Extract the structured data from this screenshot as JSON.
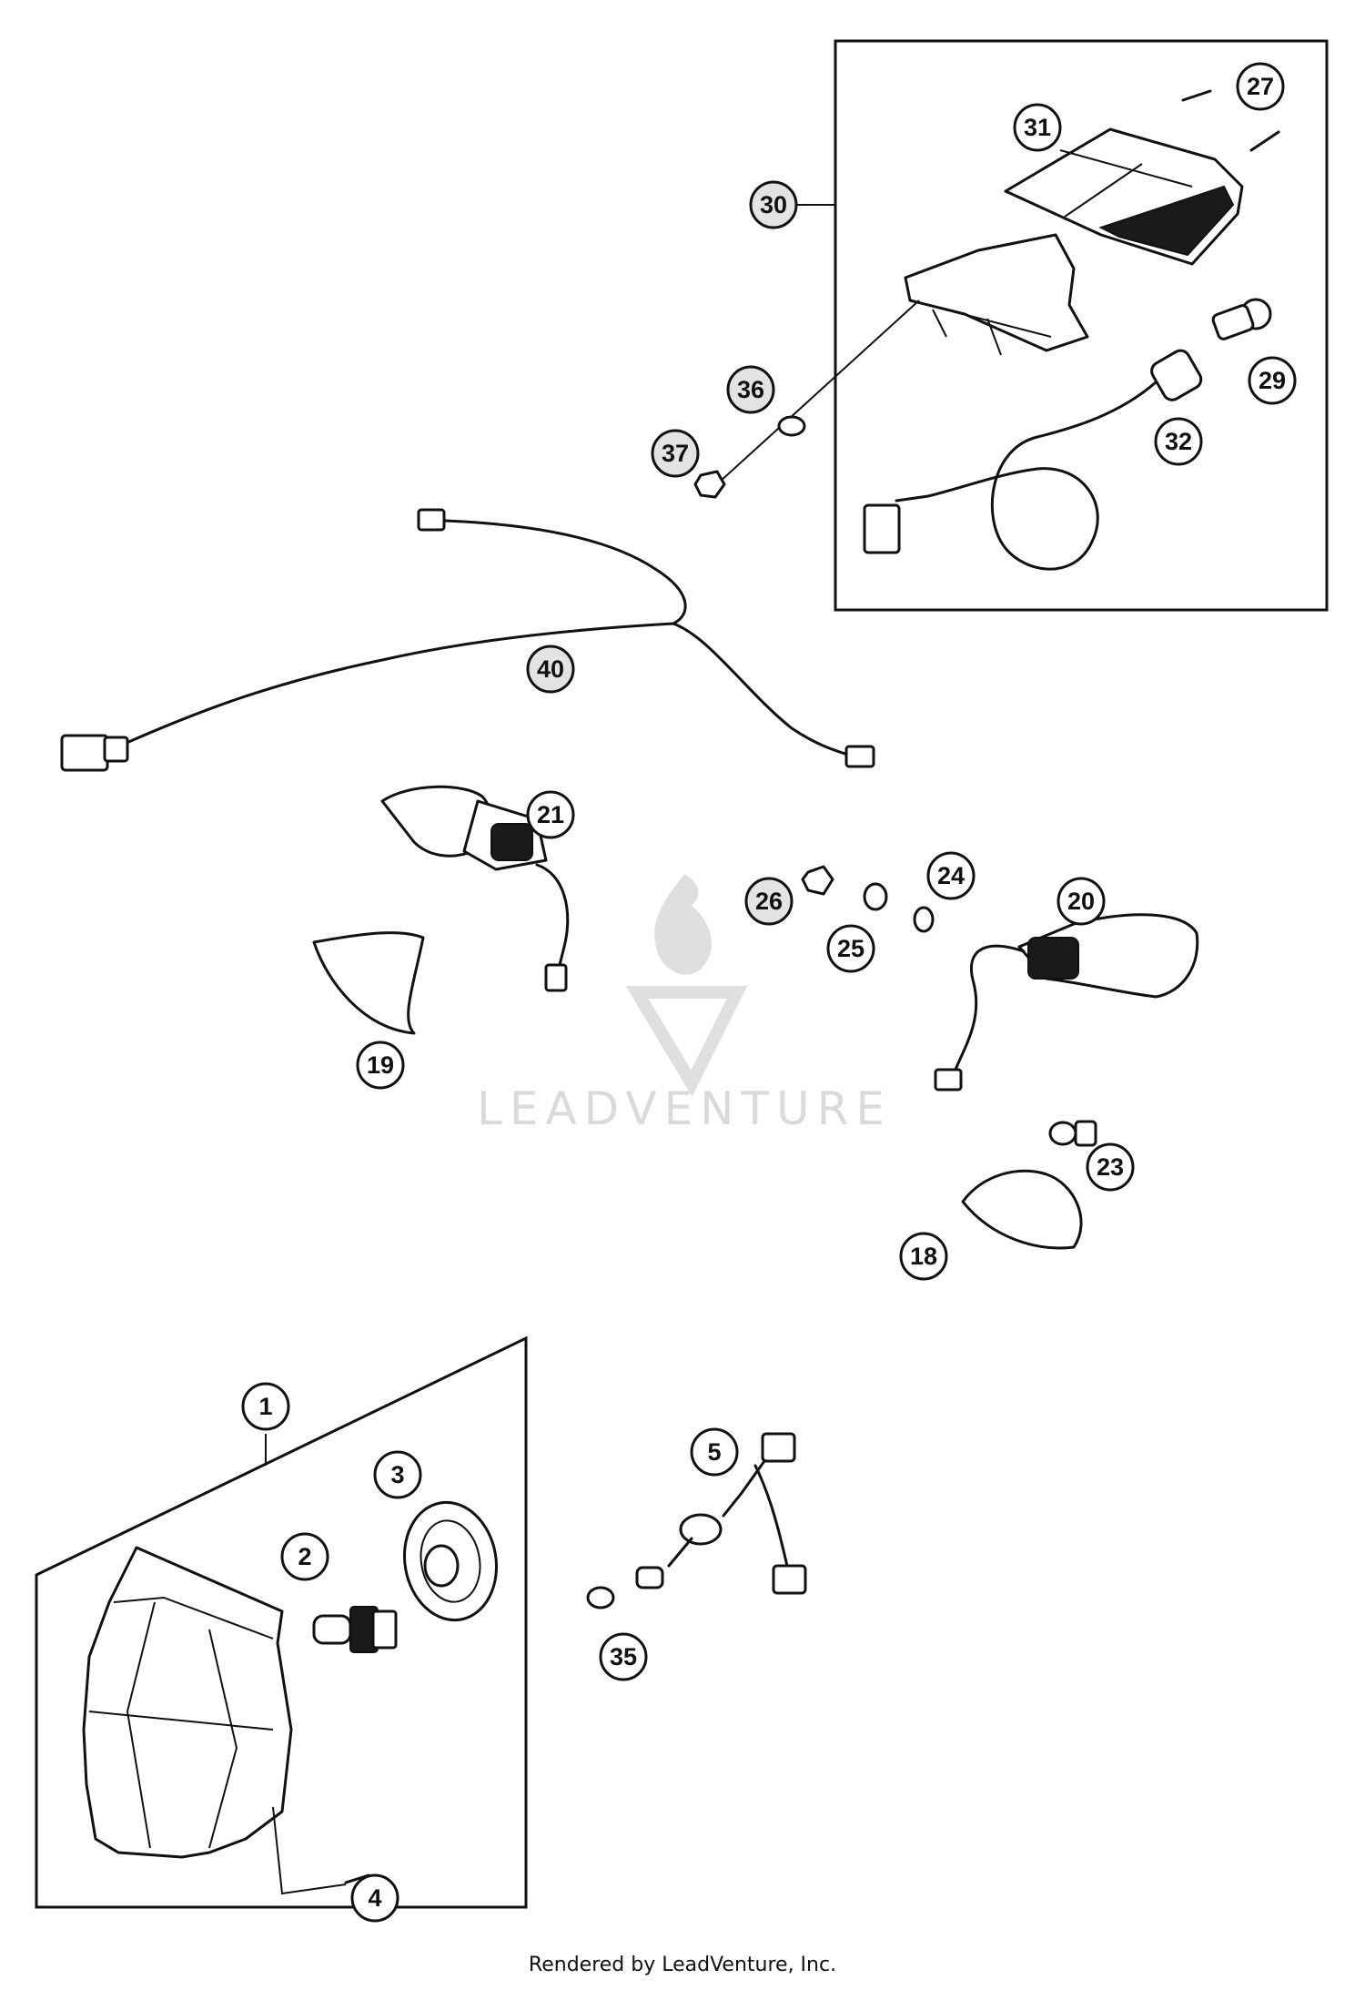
{
  "callouts": [
    {
      "id": "1",
      "label": "1"
    },
    {
      "id": "2",
      "label": "2"
    },
    {
      "id": "3",
      "label": "3"
    },
    {
      "id": "4",
      "label": "4"
    },
    {
      "id": "5",
      "label": "5"
    },
    {
      "id": "18",
      "label": "18"
    },
    {
      "id": "19",
      "label": "19"
    },
    {
      "id": "20",
      "label": "20"
    },
    {
      "id": "21",
      "label": "21"
    },
    {
      "id": "23",
      "label": "23"
    },
    {
      "id": "24",
      "label": "24"
    },
    {
      "id": "25",
      "label": "25"
    },
    {
      "id": "26",
      "label": "26"
    },
    {
      "id": "27",
      "label": "27"
    },
    {
      "id": "29",
      "label": "29"
    },
    {
      "id": "30",
      "label": "30"
    },
    {
      "id": "31",
      "label": "31"
    },
    {
      "id": "32",
      "label": "32"
    },
    {
      "id": "35",
      "label": "35"
    },
    {
      "id": "36",
      "label": "36"
    },
    {
      "id": "37",
      "label": "37"
    },
    {
      "id": "40",
      "label": "40"
    }
  ],
  "watermark": {
    "text": "LEADVENTURE"
  },
  "footer": {
    "text": "Rendered by LeadVenture, Inc."
  }
}
